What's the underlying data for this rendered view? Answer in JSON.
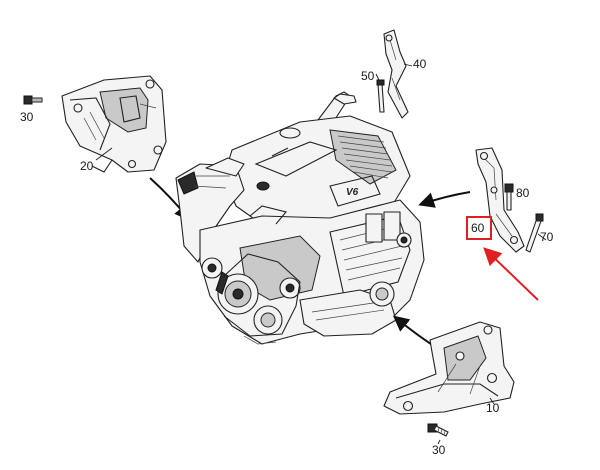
{
  "callouts": {
    "c10": "10",
    "c20": "20",
    "c30_top": "30",
    "c30_bottom": "30",
    "c40": "40",
    "c50": "50",
    "c60": "60",
    "c70": "70",
    "c80": "80"
  },
  "colors": {
    "highlight": "#e02020",
    "ink": "#222222"
  }
}
